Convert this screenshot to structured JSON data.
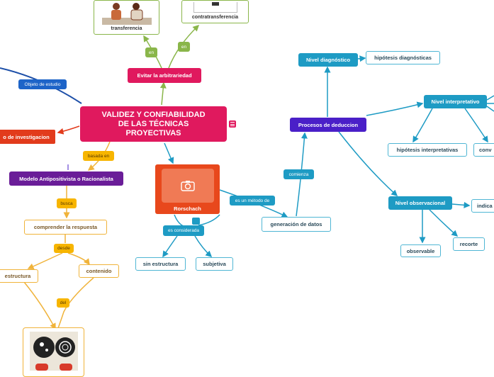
{
  "central": {
    "title": "VALIDEZ Y CONFIABILIDAD DE LAS TÉCNICAS PROYECTIVAS"
  },
  "left_node": "o de investigacion",
  "left_tag": "Objeto de estudio",
  "evitar": "Evitar la arbitrariedad",
  "transferencia": "transferencia",
  "contratransferencia": "contratransferencia",
  "en1": "en",
  "en2": "en",
  "basada_en": "basada en",
  "modelo": "Modelo Antipositivista o Racionalista",
  "busca": "busca",
  "comprender": "comprender la respuesta",
  "desde": "desde",
  "estructura": "estructura",
  "contenido": "contenido",
  "del": "del",
  "rorschach": "Rorschach",
  "es_considerada": "es considerada",
  "sin_estructura": "sin estructura",
  "subjetiva": "subjetiva",
  "metodo": "es un método de",
  "generacion": "generación de datos",
  "comienza": "comienza",
  "procesos": "Procesos de deduccion",
  "nivel_diag": "Nivel diagnóstico",
  "hip_diag": "hipótesis diagnósticas",
  "nivel_interp": "Nivel interpretativo",
  "hip_interp": "hipótesis interpretativas",
  "conv": "conv",
  "nivel_obs": "Nivel observacional",
  "indica": "indica",
  "observable": "observable",
  "recorte": "recorte",
  "colors": {
    "central": "#e0195e",
    "blue": "#1e9bc4",
    "purple": "#4a1fc8",
    "orange": "#f7b500",
    "green": "#8ab64a",
    "red": "#e23b1c"
  }
}
